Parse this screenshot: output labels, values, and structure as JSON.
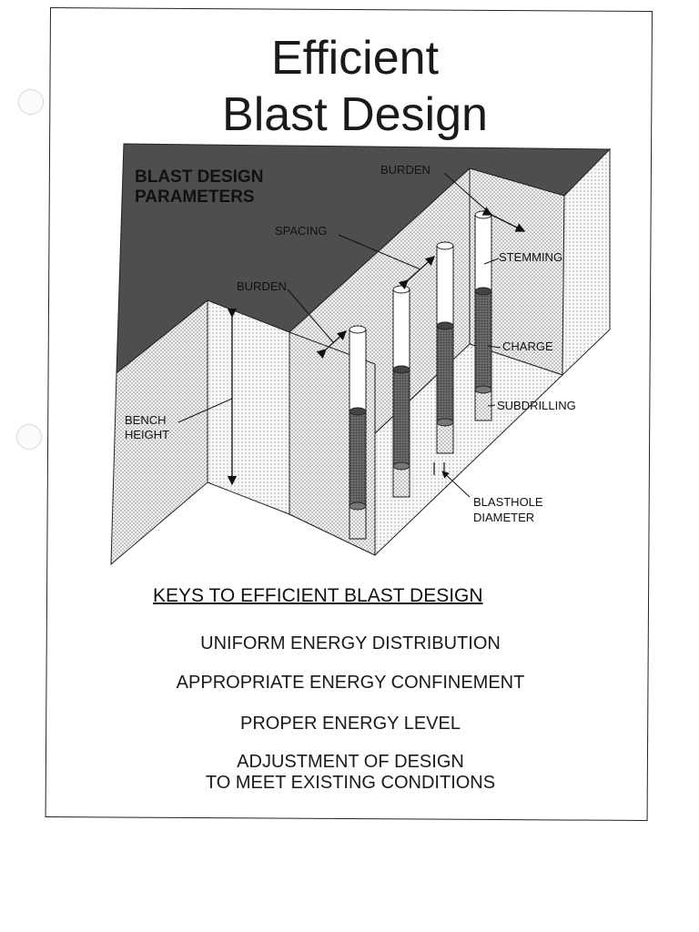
{
  "title": {
    "line1": "Efficient",
    "line2": "Blast Design"
  },
  "diagram": {
    "parameters_heading_line1": "BLAST DESIGN",
    "parameters_heading_line2": "PARAMETERS",
    "labels": {
      "burden_top": "BURDEN",
      "spacing": "SPACING",
      "burden_side": "BURDEN",
      "stemming": "STEMMING",
      "charge": "CHARGE",
      "subdrilling": "SUBDRILLING",
      "bench_height_line1": "BENCH",
      "bench_height_line2": "HEIGHT",
      "blasthole_diameter_line1": "BLASTHOLE",
      "blasthole_diameter_line2": "DIAMETER"
    },
    "colors": {
      "dark_face": "#4a4a4a",
      "stipple": "#9a9a9a",
      "charge": "#555555"
    }
  },
  "keys": {
    "heading": "KEYS TO EFFICIENT BLAST DESIGN",
    "items": [
      "UNIFORM ENERGY DISTRIBUTION",
      "APPROPRIATE ENERGY CONFINEMENT",
      "PROPER ENERGY LEVEL",
      "ADJUSTMENT OF DESIGN",
      "TO MEET EXISTING CONDITIONS"
    ]
  }
}
